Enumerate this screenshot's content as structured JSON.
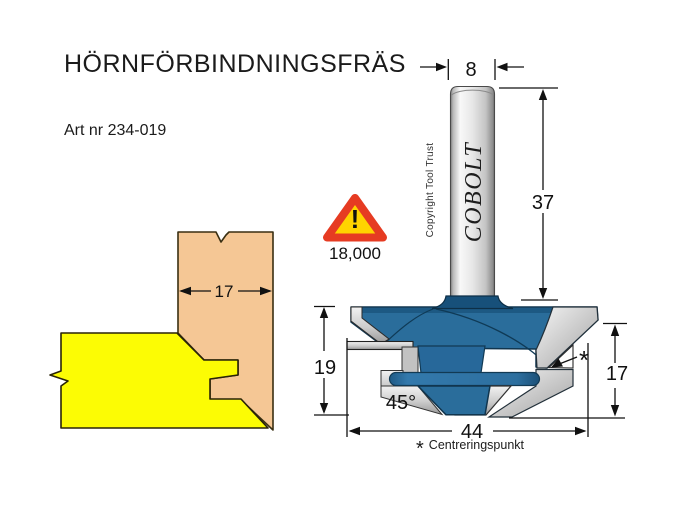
{
  "header": {
    "title": "HÖRNFÖRBINDNINGSFRÄS",
    "art_nr": "Art nr 234-019"
  },
  "warning": {
    "rpm": "18,000",
    "symbol": "!",
    "fill": "#ffd300",
    "border": "#e63b22"
  },
  "joint_figure": {
    "board_width": "17",
    "vertical_board_color": "#f5c795",
    "horizontal_board_color": "#fcfc04"
  },
  "bit_figure": {
    "brand": "COBOLT",
    "copyright": "Copyright Tool Trust",
    "shank_diameter": "8",
    "shank_length": "37",
    "cutter_length": "19",
    "cutting_height": "17",
    "cutter_diameter": "44",
    "angle": "45°",
    "marker": "*",
    "body_color": "#2a6d9b",
    "hub_color": "#17507a"
  },
  "footnote": {
    "star": "*",
    "label": "Centreringspunkt"
  }
}
